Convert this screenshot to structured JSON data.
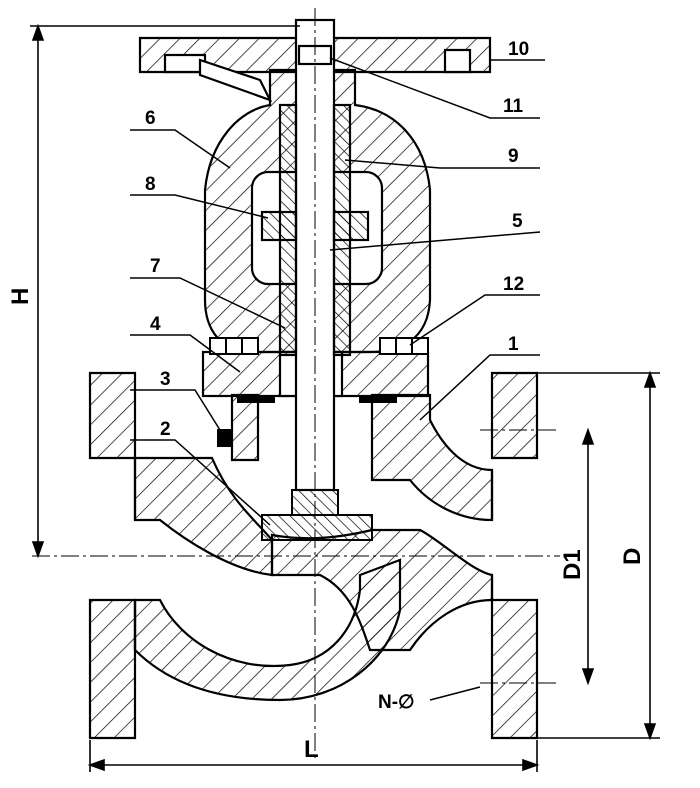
{
  "callouts": [
    "1",
    "2",
    "3",
    "4",
    "5",
    "6",
    "7",
    "8",
    "9",
    "10",
    "11",
    "12"
  ],
  "dimensions": {
    "height": "H",
    "length": "L",
    "diameter": "D",
    "bolt_circle": "D1",
    "bolt_holes": "N-∅"
  },
  "colors": {
    "line": "#000000",
    "background": "#ffffff"
  }
}
